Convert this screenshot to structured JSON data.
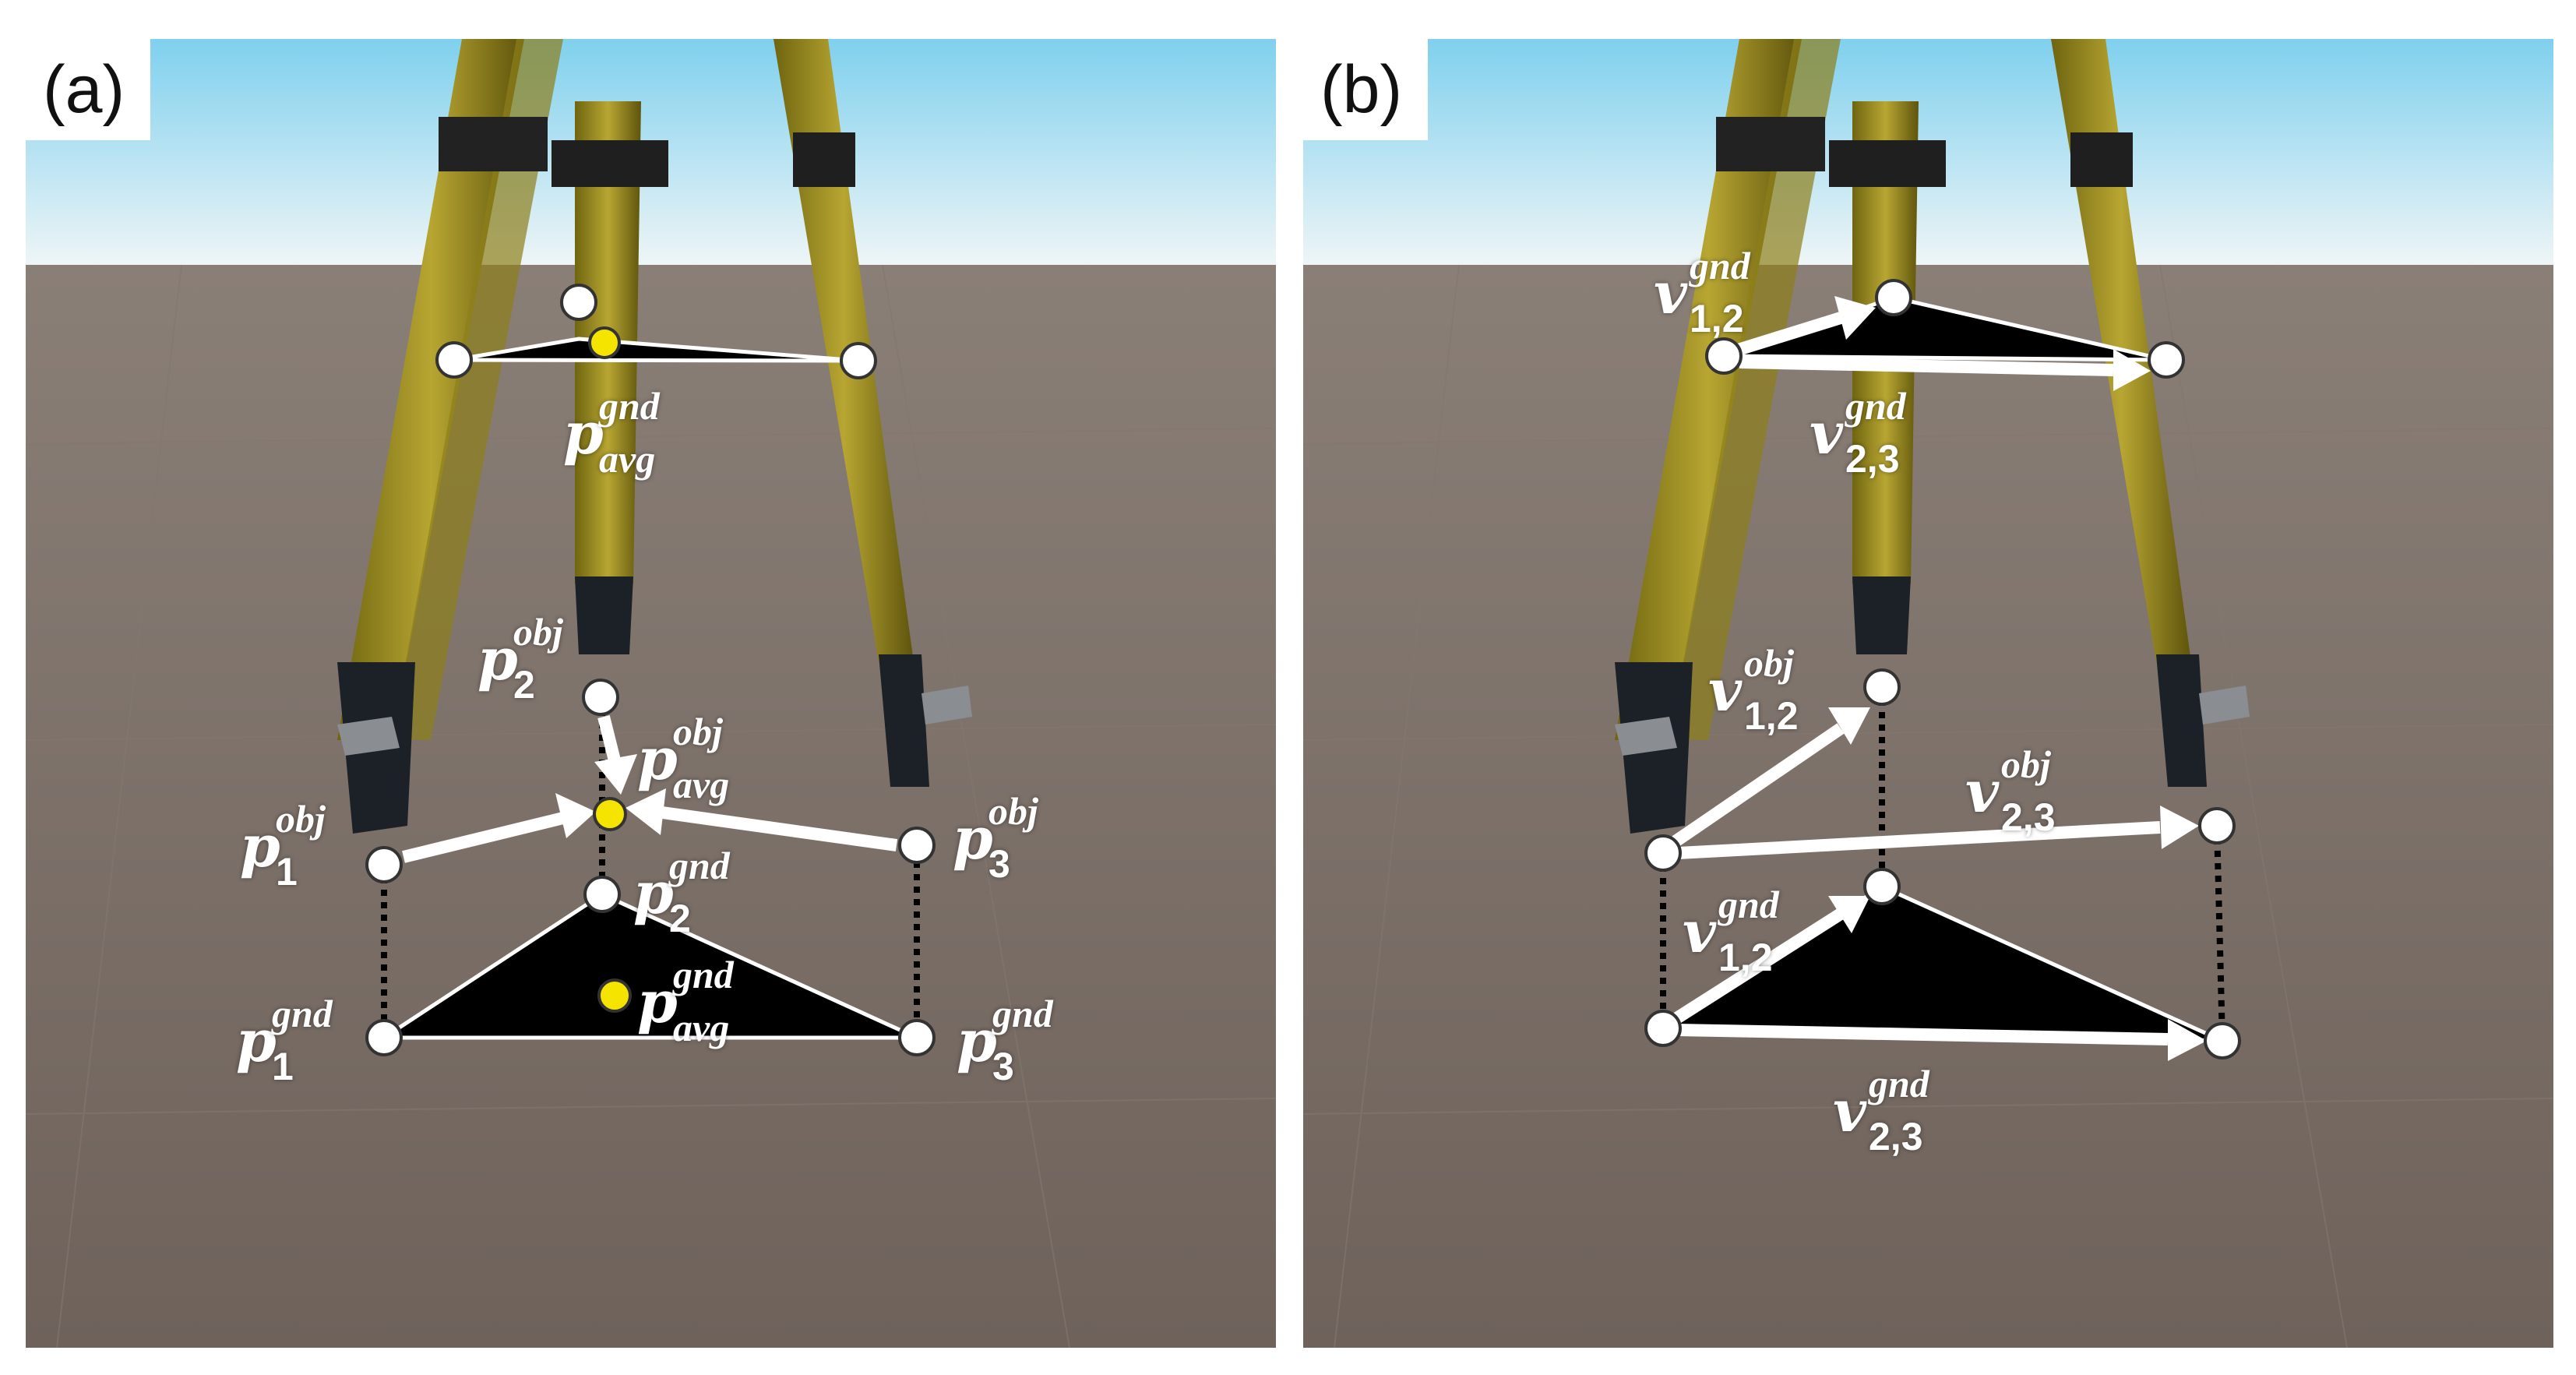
{
  "panels": [
    {
      "label": "(a)",
      "labels": [
        {
          "sym": "p",
          "sup": "gnd",
          "sub": "avg"
        },
        {
          "sym": "p",
          "sup": "obj",
          "sub": "2"
        },
        {
          "sym": "p",
          "sup": "obj",
          "sub": "avg"
        },
        {
          "sym": "p",
          "sup": "obj",
          "sub": "1"
        },
        {
          "sym": "p",
          "sup": "obj",
          "sub": "3"
        },
        {
          "sym": "p",
          "sup": "gnd",
          "sub": "2"
        },
        {
          "sym": "p",
          "sup": "gnd",
          "sub": "avg"
        },
        {
          "sym": "p",
          "sup": "gnd",
          "sub": "1"
        },
        {
          "sym": "p",
          "sup": "gnd",
          "sub": "3"
        }
      ]
    },
    {
      "label": "(b)",
      "labels": [
        {
          "sym": "v",
          "sup": "gnd",
          "sub": "1,2"
        },
        {
          "sym": "v",
          "sup": "gnd",
          "sub": "2,3"
        },
        {
          "sym": "v",
          "sup": "obj",
          "sub": "1,2"
        },
        {
          "sym": "v",
          "sup": "obj",
          "sub": "2,3"
        },
        {
          "sym": "v",
          "sup": "gnd",
          "sub": "1,2"
        },
        {
          "sym": "v",
          "sup": "gnd",
          "sub": "2,3"
        }
      ]
    }
  ],
  "colors": {
    "sky_top": "#7fd0ee",
    "sky_bottom": "#e8f3f6",
    "ground": "#766a62",
    "tripod_leg": "#9a8a1c",
    "marker_avg": "#f5e400"
  }
}
